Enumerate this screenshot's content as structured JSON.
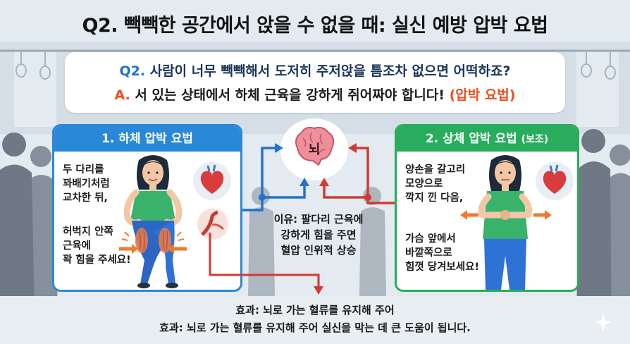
{
  "title": "Q2. 빽빽한 공간에서 앉을 수 없을 때: 실신 예방 압박 요법",
  "qa": {
    "q_prefix": "Q2.",
    "q_text": " 사람이 너무 빽빽해서 도저히 주저앉을 틈조차 없으면 어떡하죠?",
    "a_prefix": "A.",
    "a_text": " 서 있는 상태에서 하체 근육을 강하게 쥐어짜야 합니다! ",
    "a_emphasis": "(압박 요법)"
  },
  "left_panel": {
    "title": "1. 하체 압박 요법",
    "text1": [
      "두 다리를",
      "꽈배기처럼",
      "교차한 뒤,"
    ],
    "text2": [
      "허벅지 안쪽",
      "근육에",
      "꽉 힘을 주세요!"
    ]
  },
  "right_panel": {
    "title": "2. 상체 압박 요법",
    "title_sub": "(보조)",
    "text1": [
      "양손을 갈고리",
      "모양으로",
      "깍지 낀 다음,"
    ],
    "text2": [
      "가슴 앞에서",
      "바깥쪽으로",
      "힘껏 당겨보세요!"
    ]
  },
  "center": {
    "brain_label": "뇌",
    "reason": [
      "이유: 팔다리 근육에",
      "강하게 힘을 주면",
      "혈압 인위적 상승"
    ]
  },
  "effect_line1": "효과: 뇌로 가는 혈류를 유지해 주어",
  "effect_line2": "효과: 뇌로 가는 혈류를 유지해 주어 실신을 막는 데 큰 도움이 됩니다.",
  "colors": {
    "blue": "#2a88d8",
    "green": "#27ad5c",
    "orange": "#e8501e",
    "red_arrow": "#d23a32",
    "blue_arrow": "#2572c8"
  },
  "icons": [
    "heart-icon",
    "brain-icon",
    "blood-vessel-icon",
    "sparkle-icon"
  ]
}
